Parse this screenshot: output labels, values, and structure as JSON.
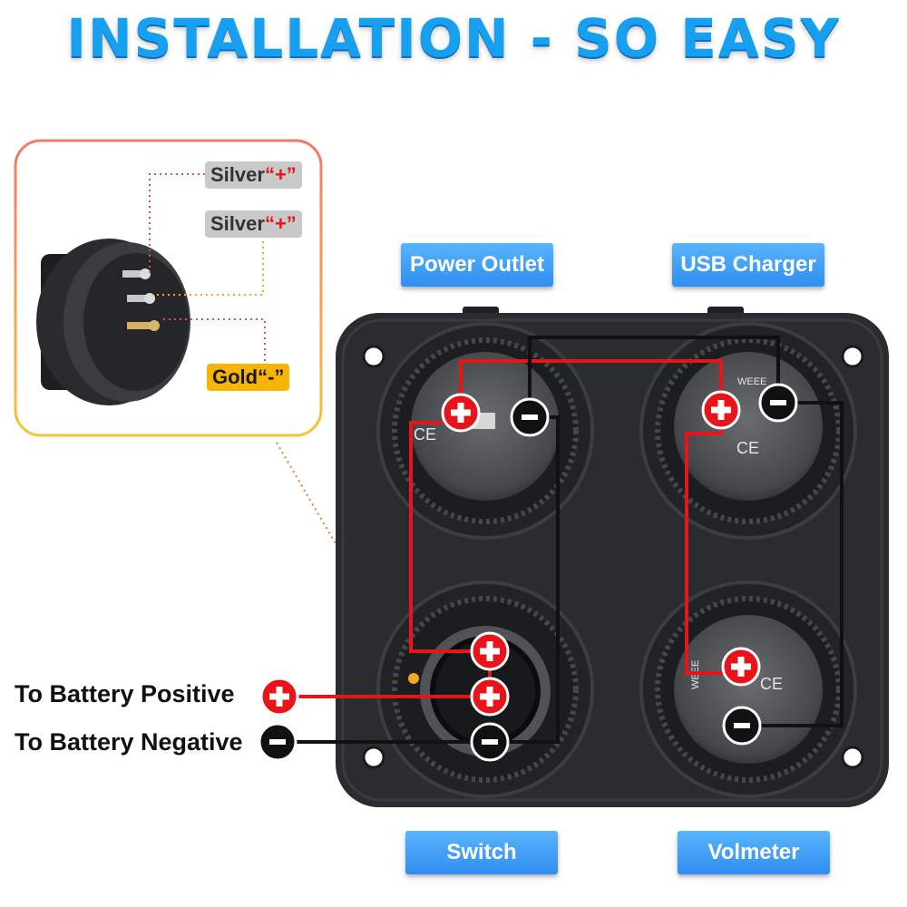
{
  "title": "INSTALLATION - SO EASY",
  "components": {
    "power_outlet": "Power Outlet",
    "usb_charger": "USB Charger",
    "switch": "Switch",
    "voltmeter": "Volmeter"
  },
  "battery": {
    "positive": "To Battery Positive",
    "negative": "To Battery Negative"
  },
  "inset": {
    "terminal_1": {
      "metal": "Silver",
      "sign": "“+”"
    },
    "terminal_2": {
      "metal": "Silver",
      "sign": "“+”"
    },
    "terminal_3": {
      "metal": "Gold",
      "sign": "“-”"
    }
  },
  "socket_marks": {
    "weee": "WEEE",
    "ce": "CE"
  },
  "colors": {
    "title_blue": "#17a0f0",
    "label_blue": "#3b9cf5",
    "wire_positive": "#e8141a",
    "wire_negative": "#111111",
    "panel": "#2b2c2f",
    "inset_border_top": "#f07a6a",
    "inset_border_bottom": "#f7c23a"
  }
}
